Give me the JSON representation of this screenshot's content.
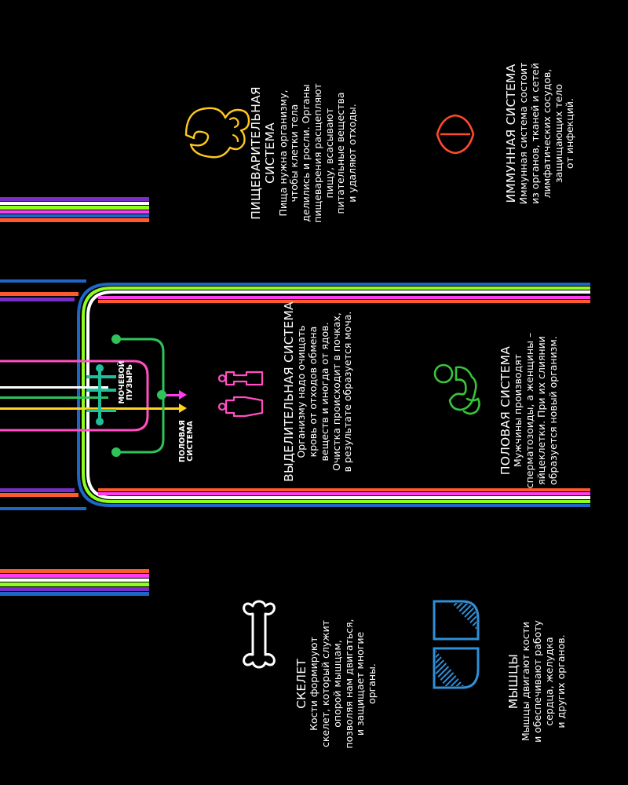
{
  "colors": {
    "background": "#000000",
    "blue": "#1f66c8",
    "orange": "#ff5a2d",
    "purple": "#7b2dc8",
    "magenta": "#ff3df0",
    "white": "#ffffff",
    "lime": "#8cff1e",
    "green": "#2fc35a",
    "pink": "#ff4fc0",
    "yellow": "#ffd21e",
    "teal": "#1fbf9a",
    "skeleton": "#ffffff",
    "muscle": "#2f8fd8",
    "digestive": "#ffc81e",
    "immune": "#ff4b2d",
    "reproductive": "#38c43a"
  },
  "sections": {
    "skeleton": {
      "icon": "bone-icon",
      "title": "СКЕЛЕТ",
      "lines": [
        "Кости формируют",
        "скелет, который служит",
        "опорой мышцам,",
        "позволяя нам двигаться,",
        "и защищает многие",
        "органы."
      ]
    },
    "muscles": {
      "icon": "muscle-icon",
      "title": "МЫШЦЫ",
      "lines": [
        "Мышцы двигают кости",
        "и обеспечивают работу",
        "сердца, желудка",
        "и других органов."
      ]
    },
    "excretory": {
      "icon": "human-figures-icon",
      "title": "ВЫДЕЛИТЕЛЬНАЯ СИСТЕМА",
      "lines": [
        "Организму надо очищать",
        "кровь от отходов обмена",
        "веществ и иногда от ядов.",
        "Очистка происходит в почках,",
        "в результате образуется моча."
      ]
    },
    "reproductive": {
      "icon": "mother-child-icon",
      "title": "ПОЛОВАЯ СИСТЕМА",
      "lines": [
        "Мужчины производят",
        "сперматозоиды, а женщины –",
        "яйцеклетки. При их слиянии",
        "образуется новый организм."
      ]
    },
    "digestive": {
      "icon": "stomach-icon",
      "title_lines": [
        "ПИЩЕВАРИТЕЛЬНАЯ",
        "СИСТЕМА"
      ],
      "lines": [
        "Пища нужна организму,",
        "чтобы клетки тела",
        "делились и росли. Органы",
        "пищеварения расщепляют",
        "пищу, всасывают",
        "питательные вещества",
        "и удаляют отходы."
      ]
    },
    "immune": {
      "icon": "shield-icon",
      "title": "ИММУННАЯ СИСТЕМА",
      "lines": [
        "Иммунная система состоит",
        "из органов, тканей и сетей",
        "лимфатических сосудов,",
        "защищающих тело",
        "от инфекций."
      ]
    }
  },
  "diagram": {
    "bladder_label": [
      "МОЧЕВОЙ",
      "ПУЗЫРЬ"
    ],
    "reproductive_label": [
      "ПОЛОВАЯ",
      "СИСТЕМА"
    ]
  }
}
